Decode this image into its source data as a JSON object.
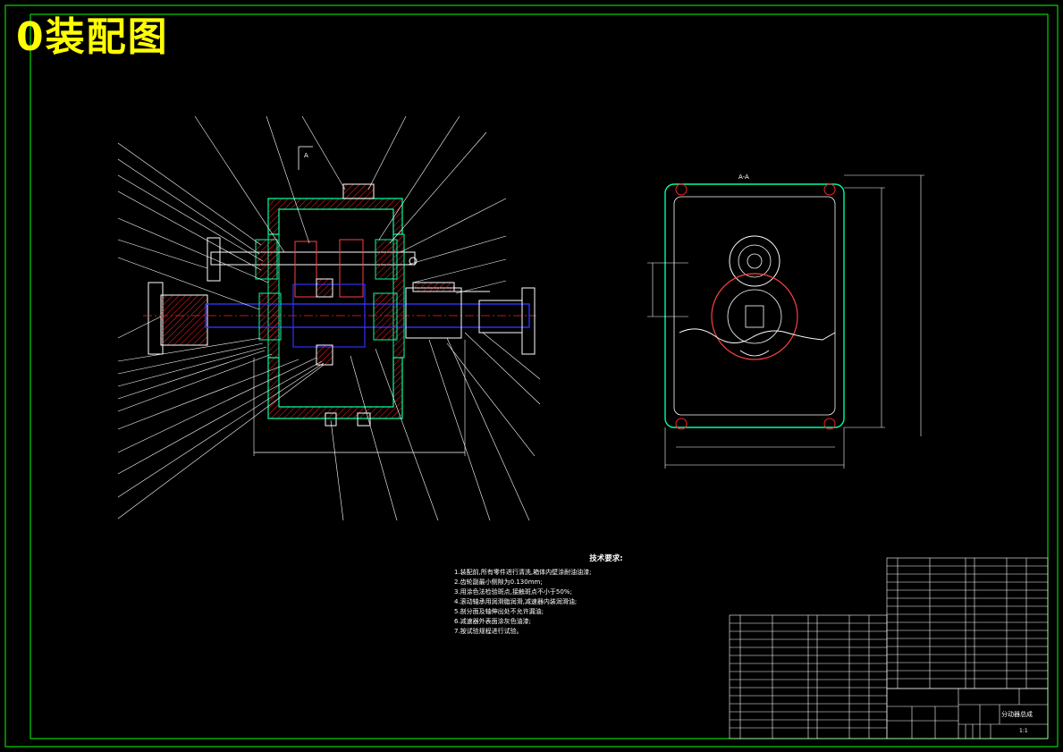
{
  "sheet": {
    "title": "0装配图",
    "section_label": "A-A",
    "view_marker": "A"
  },
  "technical_requirements": {
    "heading": "技术要求:",
    "lines": [
      "1.装配前,所有零件进行清洗,箱体内壁涂耐油油漆;",
      "2.齿轮副最小侧隙为0.130mm;",
      "3.用涂色法检验斑点,接触斑点不小于50%;",
      "4.滚动轴承用润滑脂润滑,减速器内装润滑油;",
      "5.剖分面及轴伸出处不允许漏油;",
      "6.减速器外表面涂灰色油漆;",
      "7.按试验规程进行试验。"
    ]
  },
  "title_block": {
    "drawing_name": "分动器总成",
    "scale_label": "1:1"
  },
  "colors": {
    "background": "#000000",
    "frame": "#00ff00",
    "outline": "#ffffff",
    "housing": "#00ffa0",
    "hatch": "#ff2020",
    "shaft": "#3030ff",
    "gear": "#ff4040",
    "title": "#ffff00"
  }
}
